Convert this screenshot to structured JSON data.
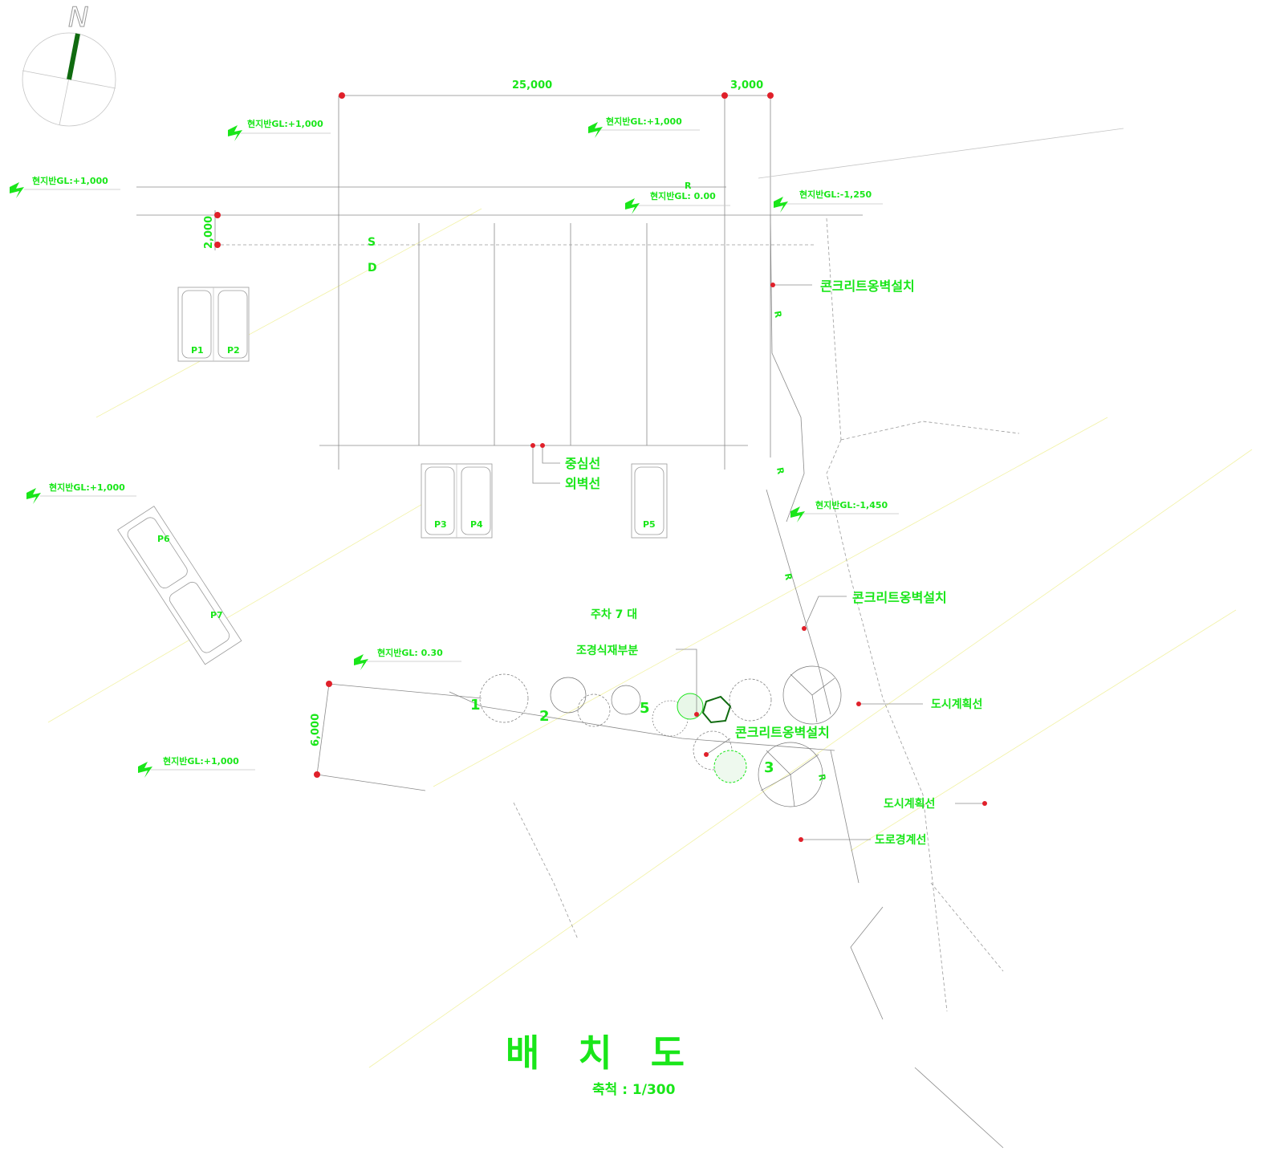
{
  "north_label": "N",
  "dimensions": {
    "width_main": "25,000",
    "width_side": "3,000",
    "setback_left": "2,000",
    "bottom_height": "6,000"
  },
  "ground_levels": {
    "gl1": "현지반GL:+1,000",
    "gl2": "현지반GL:+1,000",
    "gl3": "현지반GL:+1,000",
    "gl4": "현지반GL: 0.00",
    "gl5": "현지반GL:-1,250",
    "gl6": "현지반GL:+1,000",
    "gl7": "현지반GL:-1,450",
    "gl8": "현지반GL: 0.30",
    "gl9": "현지반GL:+1,000"
  },
  "markers": {
    "r_top": "R",
    "s": "S",
    "d": "D",
    "r1": "R",
    "r2": "R",
    "r3": "R",
    "r4": "R"
  },
  "labels": {
    "concrete_wall_1": "콘크리트옹벽설치",
    "centerline": "중심선",
    "outer_wall_line": "외벽선",
    "concrete_wall_2": "콘크리트옹벽설치",
    "parking_total": "주차 7 대",
    "landscaping": "조경식재부분",
    "city_plan_line_1": "도시계획선",
    "concrete_wall_3": "콘크리트옹벽설치",
    "city_plan_line_2": "도시계획선",
    "road_boundary": "도로경계선"
  },
  "parking": [
    "P1",
    "P2",
    "P3",
    "P4",
    "P5",
    "P6",
    "P7"
  ],
  "tree_numbers": [
    "1",
    "2",
    "5",
    "3"
  ],
  "title": "배   치   도",
  "scale": "축척 : 1/300",
  "colors": {
    "label": "#19e619",
    "marker": "#e0202a",
    "line": "#8a8a8a"
  }
}
